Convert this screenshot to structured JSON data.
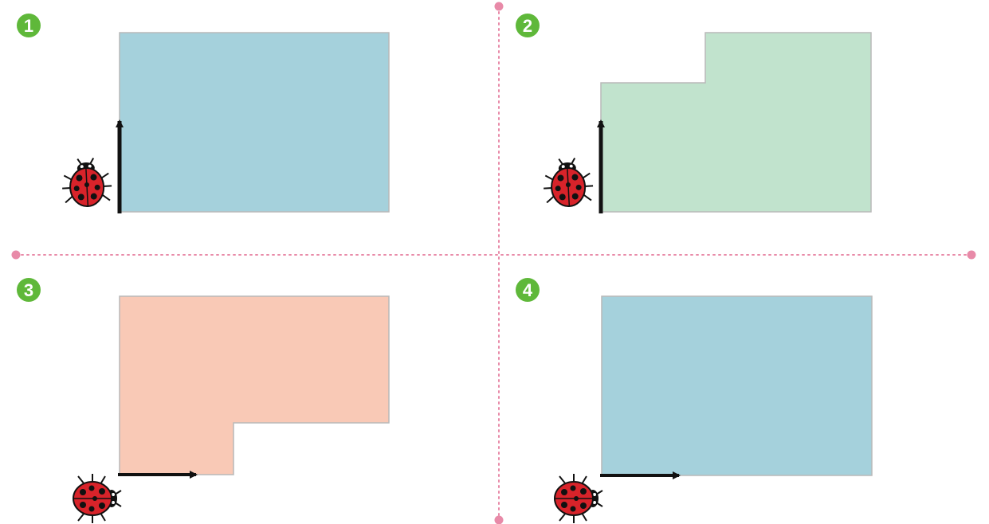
{
  "colors": {
    "background": "#ffffff",
    "divider": "#e88aa8",
    "badge": "#5fb83a",
    "badge_text": "#ffffff",
    "shape_blue": "#a5d1dc",
    "shape_green": "#c1e3cd",
    "shape_peach": "#f9c9b6",
    "shape_outline": "#b9b9b9",
    "arrow": "#111111",
    "ladybug_body": "#d8232a",
    "ladybug_spots": "#111111"
  },
  "panels": [
    {
      "number": "1",
      "shape": "rectangle",
      "shape_color": "shape_blue",
      "arrow_direction": "up",
      "icon": "ladybug-icon"
    },
    {
      "number": "2",
      "shape": "step-left-notch",
      "shape_color": "shape_green",
      "arrow_direction": "up",
      "icon": "ladybug-icon"
    },
    {
      "number": "3",
      "shape": "step-right-notch",
      "shape_color": "shape_peach",
      "arrow_direction": "right",
      "icon": "ladybug-icon"
    },
    {
      "number": "4",
      "shape": "rectangle",
      "shape_color": "shape_blue",
      "arrow_direction": "right",
      "icon": "ladybug-icon"
    }
  ]
}
